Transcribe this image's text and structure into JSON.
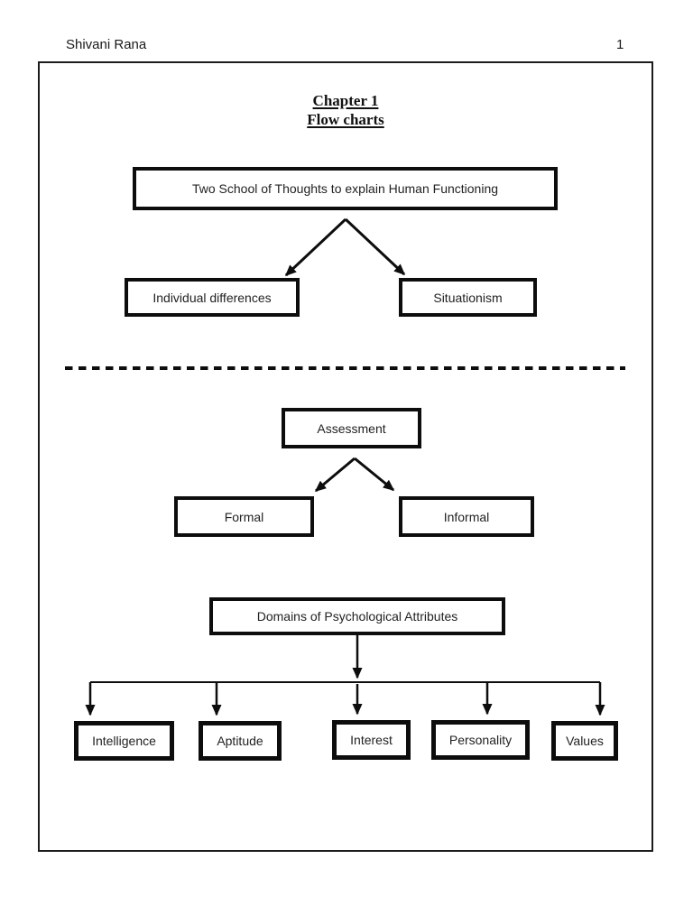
{
  "header": {
    "author": "Shivani Rana",
    "page_number": "1"
  },
  "title": {
    "line1": "Chapter 1",
    "line2": "Flow charts"
  },
  "diagram": {
    "schools": {
      "root": "Two School of Thoughts to explain Human Functioning",
      "children": [
        "Individual differences",
        "Situationism"
      ]
    },
    "assessment": {
      "root": "Assessment",
      "children": [
        "Formal",
        "Informal"
      ]
    },
    "domains": {
      "root": "Domains of Psychological Attributes",
      "children": [
        "Intelligence",
        "Aptitude",
        "Interest",
        "Personality",
        "Values"
      ]
    }
  },
  "colors": {
    "ink": "#000000",
    "paper": "#ffffff"
  }
}
